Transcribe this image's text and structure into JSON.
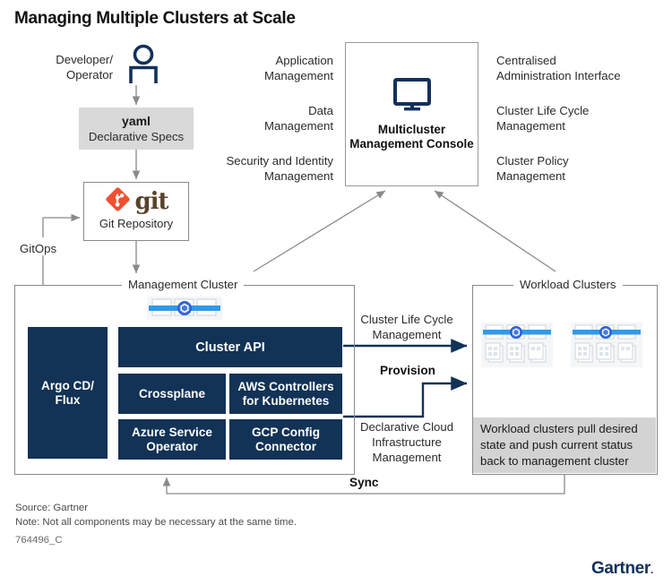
{
  "title": "Managing Multiple Clusters at Scale",
  "colors": {
    "navy": "#123256",
    "gray_box": "#d9d9d9",
    "note_gray": "#d3d3d3",
    "line_gray": "#8a8a8a",
    "arrow_navy": "#123256",
    "k8s_blue": "#2f9ae8",
    "git_red": "#f1502f",
    "brand_navy": "#12305c"
  },
  "actor": {
    "label": "Developer/\nOperator",
    "icon": "person-icon"
  },
  "yaml": {
    "title": "yaml",
    "subtitle": "Declarative Specs"
  },
  "git": {
    "logo_text": "git",
    "caption": "Git Repository",
    "icon": "git-logo-icon"
  },
  "gitops": {
    "label": "GitOps"
  },
  "console": {
    "icon": "monitor-icon",
    "title": "Multicluster\nManagement Console",
    "left_capabilities": [
      "Application\nManagement",
      "Data\nManagement",
      "Security and Identity\nManagement"
    ],
    "right_capabilities": [
      "Centralised\nAdministration Interface",
      "Cluster Life Cycle\nManagement",
      "Cluster Policy\nManagement"
    ]
  },
  "management_cluster": {
    "legend": "Management Cluster",
    "k8s_icon": "kubernetes-cluster-icon",
    "components": {
      "argo": "Argo CD/\nFlux",
      "cluster_api": "Cluster API",
      "crossplane": "Crossplane",
      "aws": "AWS Controllers\nfor Kubernetes",
      "azure": "Azure Service\nOperator",
      "gcp": "GCP Config\nConnector"
    }
  },
  "workload_clusters": {
    "legend": "Workload Clusters",
    "k8s_icons": [
      "kubernetes-cluster-icon",
      "kubernetes-cluster-icon"
    ],
    "note": "Workload clusters pull desired\nstate and push current status\nback to management cluster"
  },
  "flows": {
    "cluster_life_cycle_management": "Cluster Life Cycle\nManagement",
    "provision": "Provision",
    "declarative_cloud_infra": "Declarative Cloud\nInfrastructure\nManagement",
    "sync": "Sync"
  },
  "footer": {
    "source": "Source: Gartner",
    "note": "Note: Not all components may be necessary at the same time.",
    "id": "764496_C",
    "brand": "Gartner"
  }
}
